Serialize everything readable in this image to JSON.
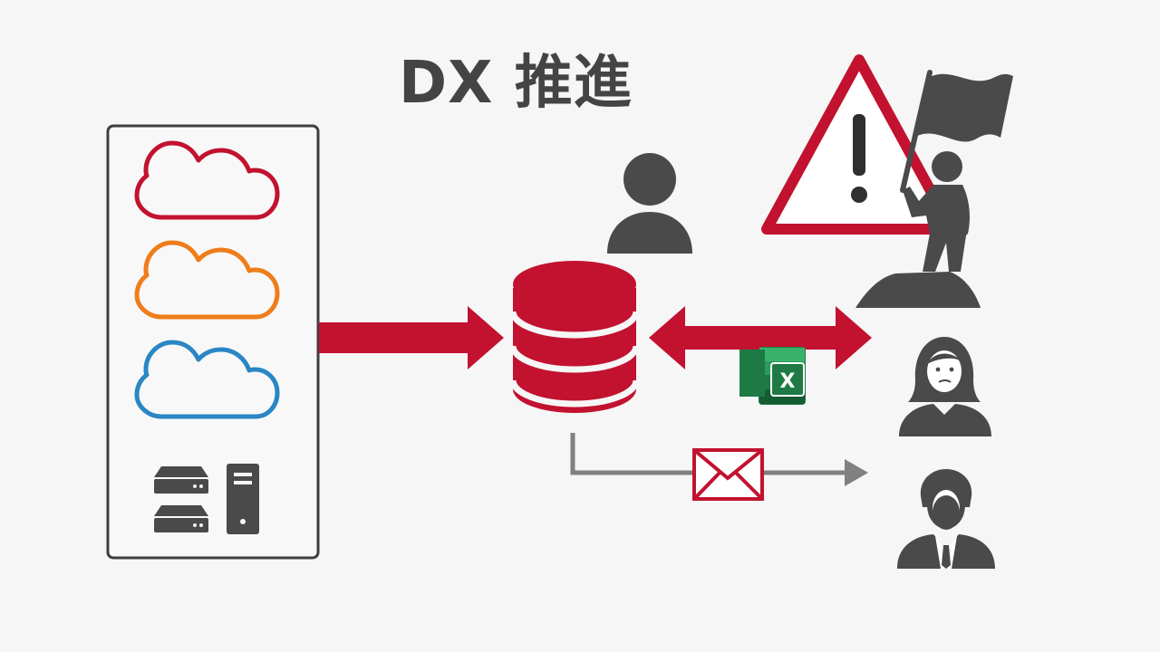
{
  "title": "DX 推進",
  "icons": {
    "clouds": [
      "cloud-icon-red",
      "cloud-icon-orange",
      "cloud-icon-blue"
    ],
    "servers": [
      "server-rack-icon",
      "server-tower-icon"
    ],
    "center": "database-icon",
    "people": [
      "user-icon",
      "woman-icon",
      "man-icon"
    ],
    "leader": "flag-leader-icon",
    "warning": "warning-icon",
    "spreadsheet": "excel-icon",
    "mail": "mail-icon"
  },
  "excel_letter": "X",
  "colors": {
    "accent_red": "#c21230",
    "cloud_red": "#c21230",
    "cloud_orange": "#ef7d1b",
    "cloud_blue": "#2a86c4",
    "dark_gray": "#4a4a4a",
    "arrow_gray": "#808080",
    "excel_green": "#1e7a45"
  }
}
